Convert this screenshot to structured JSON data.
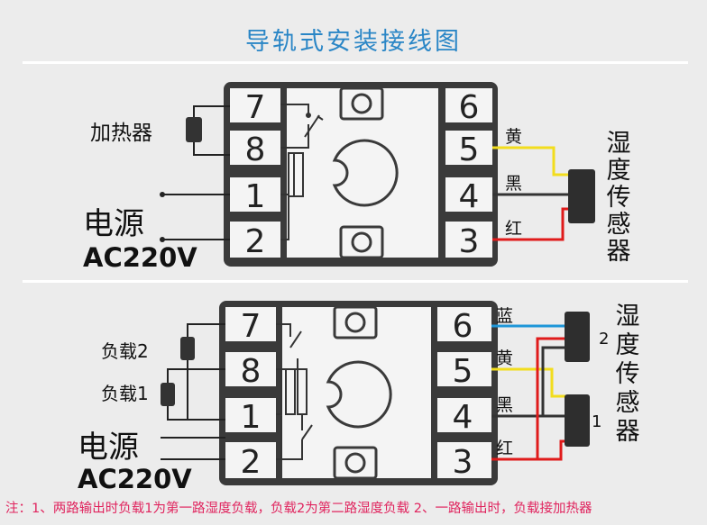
{
  "title": "导轨式安装接线图",
  "note": "注：1、两路输出时负载1为第一路湿度负载，负载2为第二路湿度负载  2、一路输出时，负载接加热器",
  "colors": {
    "accent": "#2a86c6",
    "note": "#e0245e",
    "yellow_wire": "#f2dd1d",
    "red_wire": "#e01b1b",
    "blue_wire": "#1e96d8",
    "black_wire": "#333333"
  },
  "diagram1": {
    "terminals_left": [
      "7",
      "8",
      "1",
      "2"
    ],
    "terminals_right": [
      "6",
      "5",
      "4",
      "3"
    ],
    "heater_label": "加热器",
    "power_label": "电源",
    "voltage_label": "AC220V",
    "wire_colors": [
      "黄",
      "黑",
      "红"
    ],
    "sensor_label": "湿度传感器"
  },
  "diagram2": {
    "terminals_left": [
      "7",
      "8",
      "1",
      "2"
    ],
    "terminals_right": [
      "6",
      "5",
      "4",
      "3"
    ],
    "load2_label": "负载2",
    "load1_label": "负载1",
    "power_label": "电源",
    "voltage_label": "AC220V",
    "wire_colors": [
      "蓝",
      "黄",
      "黑",
      "红"
    ],
    "sensor_index_2": "2",
    "sensor_index_1": "1",
    "sensor_label": "湿度传感器"
  }
}
